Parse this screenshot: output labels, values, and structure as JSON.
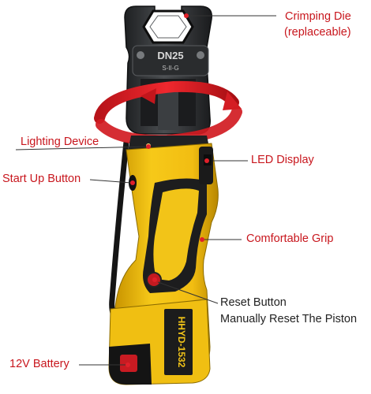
{
  "labels": {
    "crimping_die_line1": "Crimping Die",
    "crimping_die_line2": "(replaceable)",
    "lighting_device": "Lighting Device",
    "led_display": "LED Display",
    "start_up_button": "Start Up Button",
    "comfortable_grip": "Comfortable Grip",
    "reset_button": "Reset Button",
    "manually_reset": "Manually Reset The Piston",
    "battery": "12V Battery"
  },
  "tool": {
    "die_marking": "DN25",
    "die_submarking": "S-II-G",
    "model": "HHYD-1532"
  },
  "colors": {
    "label_red": "#c8161d",
    "label_dark": "#222222",
    "body_yellow": "#f2c418",
    "body_black": "#1c1c1c",
    "metal_dark": "#2f3133",
    "arrow_red": "#e21e25"
  },
  "icons": [
    "rotation-arrow-icon",
    "leader-dot-icon"
  ]
}
